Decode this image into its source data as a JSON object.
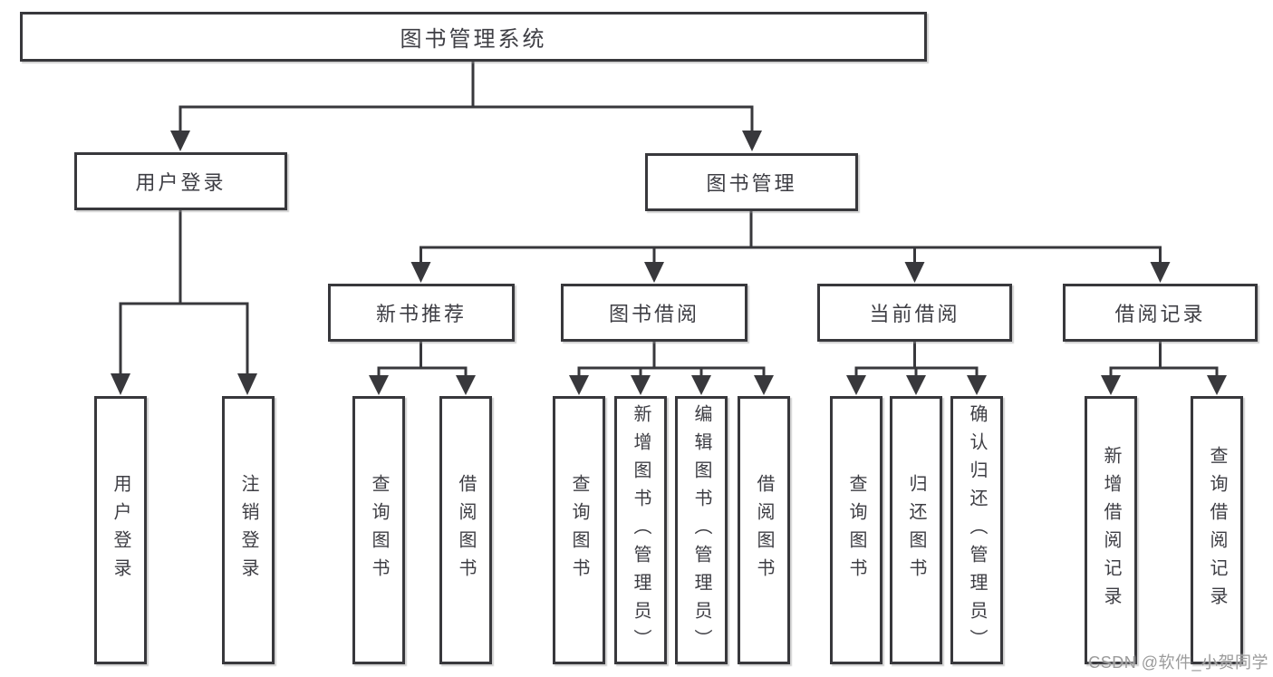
{
  "tree": {
    "label": "图书管理系统",
    "children": [
      {
        "label": "用户登录",
        "children": [
          {
            "label": "用户登录"
          },
          {
            "label": "注销登录"
          }
        ]
      },
      {
        "label": "图书管理",
        "children": [
          {
            "label": "新书推荐",
            "children": [
              {
                "label": "查询图书"
              },
              {
                "label": "借阅图书"
              }
            ]
          },
          {
            "label": "图书借阅",
            "children": [
              {
                "label": "查询图书"
              },
              {
                "label": "新增图书（管理员）"
              },
              {
                "label": "编辑图书（管理员）"
              },
              {
                "label": "借阅图书"
              }
            ]
          },
          {
            "label": "当前借阅",
            "children": [
              {
                "label": "查询图书"
              },
              {
                "label": "归还图书"
              },
              {
                "label": "确认归还（管理员）"
              }
            ]
          },
          {
            "label": "借阅记录",
            "children": [
              {
                "label": "新增借阅记录"
              },
              {
                "label": "查询借阅记录"
              }
            ]
          }
        ]
      }
    ]
  },
  "watermark": "CSDN @软件_小贺同学",
  "colors": {
    "background": "#ffffff",
    "box_fill": "#ffffff",
    "line": "#38383c",
    "text": "#3e3e44",
    "watermark": "#9b9b9b"
  }
}
